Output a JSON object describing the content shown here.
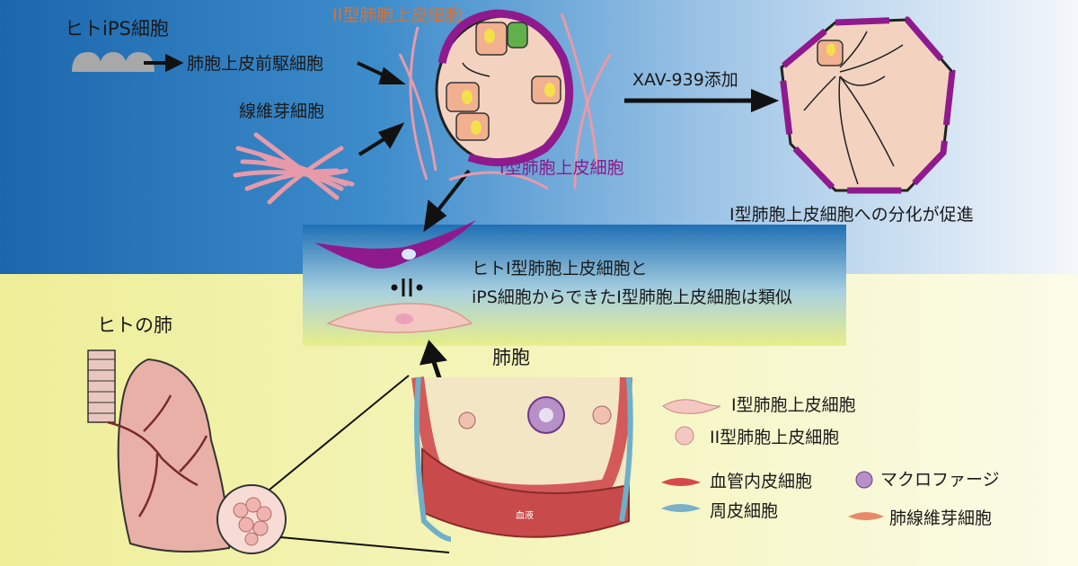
{
  "labels": {
    "hips": "ヒトiPS細胞",
    "progenitor": "肺胞上皮前駆細胞",
    "fibroblast": "線維芽細胞",
    "type2_top": "II型肺胞上皮細胞",
    "type1_mid": "I型肺胞上皮細胞",
    "xav": "XAV-939添加",
    "promote": "I型肺胞上皮細胞への分化が促進",
    "similar_line1": "ヒトI型肺胞上皮細胞と",
    "similar_line2": "iPS細胞からできたI型肺胞上皮細胞は類似",
    "human_lung": "ヒトの肺",
    "alveolus": "肺胞",
    "blood": "血液"
  },
  "legend": {
    "type1": "I型肺胞上皮細胞",
    "type2": "II型肺胞上皮細胞",
    "endothelial": "血管内皮細胞",
    "macrophage": "マクロファージ",
    "pericyte": "周皮細胞",
    "lung_fibroblast": "肺線維芽細胞"
  },
  "colors": {
    "top_blue": "#1f6fb5",
    "bottom_yellow": "#f3f2a6",
    "purple_cell": "#8e1a8e",
    "pink_cell": "#f4c7c0",
    "orange_text": "#e0702a"
  }
}
